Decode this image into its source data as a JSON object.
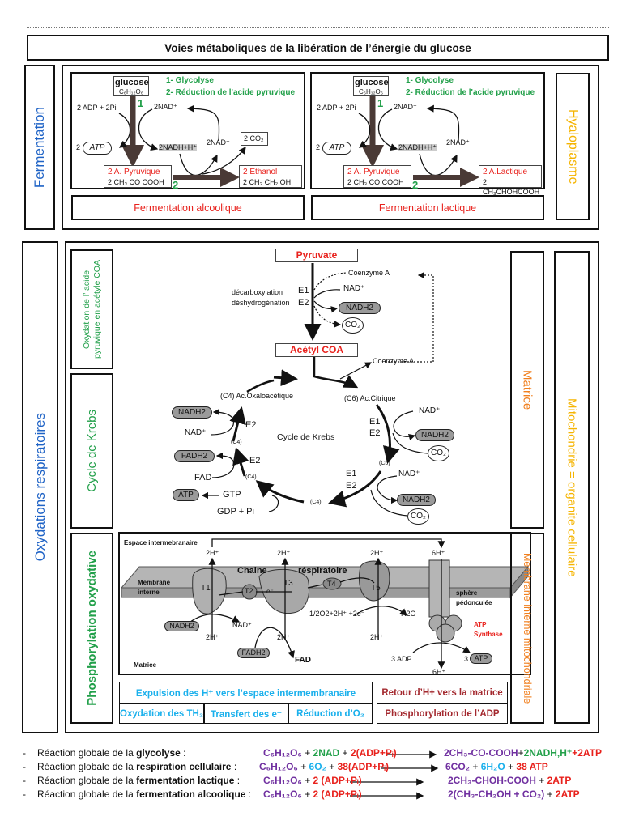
{
  "title": "Voies métaboliques de la libération de l’énergie du glucose",
  "colors": {
    "red": "#e8211c",
    "green": "#22a04a",
    "blue": "#1f63c6",
    "orange": "#f07f1e",
    "yellow": "#f5b400",
    "purple": "#7030a0",
    "cyan": "#1ab0ec",
    "dark_red": "#a3282e"
  },
  "fermentation": {
    "side_label": "Fermentation",
    "location": "Hyaloplasme",
    "panels": [
      {
        "glucose": "glucose",
        "formula": "C₆H₁₂O₆",
        "step1": "1- Glycolyse",
        "step2": "2- Réduction de l'acide pyruvique",
        "num1": "1",
        "num2": "2",
        "adp": "2 ADP + 2Pi",
        "nad_top": "2NAD⁺",
        "atp_count": "2",
        "atp": "ATP",
        "nadh": "2NADH+H⁺",
        "nad_right": "2NAD⁺",
        "co2": "2 CO₂",
        "pyr_label": "2 A. Pyruvique",
        "pyr_formula": "2 CH₃ CO COOH",
        "product_label": "2 Ethanol",
        "product_formula": "2 CH₃ CH₂ OH",
        "caption": "Fermentation alcoolique"
      },
      {
        "glucose": "glucose",
        "formula": "C₆H₁₂O₆",
        "step1": "1- Glycolyse",
        "step2": "2- Réduction de l'acide pyruvique",
        "num1": "1",
        "num2": "2",
        "adp": "2 ADP + 2Pi",
        "nad_top": "2NAD⁺",
        "atp_count": "2",
        "atp": "ATP",
        "nadh": "2NADH+H⁺",
        "nad_right": "2NAD⁺",
        "pyr_label": "2 A. Pyruvique",
        "pyr_formula": "2 CH₃ CO COOH",
        "product_label": "2 A.Lactique",
        "product_formula": "2 CH₃CHOHCOOH",
        "caption": "Fermentation lactique"
      }
    ]
  },
  "oxydation": {
    "side_label": "Oxydations respiratoires",
    "sections": [
      "Oxydation de l’ acide pyruvique en acétyle COA",
      "Cycle de Krebs",
      "Phosphorylation oxydative"
    ],
    "matrice": "Matrice",
    "membrane": "Membrane interne mitochondriale",
    "organelle": "Mitochondrie = organite cellulaire",
    "krebs": {
      "pyruvate": "Pyruvate",
      "coenzyme_a": "Coenzyme A",
      "decarb": "décarboxylation",
      "deshydro": "déshydrogénation",
      "e1": "E1",
      "e2": "E2",
      "nad": "NAD⁺",
      "nadh2": "NADH2",
      "co2": "CO₂",
      "acetyl": "Acétyl COA",
      "coenzyme_a2": "Coenzyme A.",
      "citrique": "(C6) Ac.Citrique",
      "oxalo": "(C4) Ac.Oxaloacétique",
      "cycle": "Cycle de Krebs",
      "c4": "(C4)",
      "c5": "(C5)",
      "fadh2": "FADH2",
      "fad": "FAD",
      "atp": "ATP",
      "gtp": "GTP",
      "gdp": "GDP + Pi"
    },
    "phospho": {
      "espace": "Espace intermebranaire",
      "h2": "2H⁺",
      "h6": "6H⁺",
      "chaine": "Chaine",
      "respiratoire": "réspiratoire",
      "membrane1": "Membrane",
      "membrane2": "interne",
      "t1": "T1",
      "t2": "T2",
      "t3": "T3",
      "t4": "T4",
      "t5": "T5",
      "e": "e⁻",
      "sphere1": "sphère",
      "sphere2": "pédonculée",
      "o2": "1/2O2+2H⁺ +2e⁻",
      "h2o": "H2O",
      "nadh2": "NADH2",
      "nad": "NAD⁺",
      "fadh2": "FADH2",
      "fad": "FAD",
      "atp_synthase1": "ATP",
      "atp_synthase2": "Synthase",
      "matrice": "Matrice",
      "adp": "3  ADP",
      "atp_count": "3",
      "atp": "ATP"
    },
    "table": {
      "expulsion": "Expulsion des H⁺ vers l’espace intermembranaire",
      "oxydation": "Oxydation des TH₂",
      "transfert": "Transfert des e⁻",
      "reduction": "Réduction d’O₂",
      "retour": "Retour d’H+ vers la matrice",
      "phosphorylation": "Phosphorylation de l’ADP"
    }
  },
  "equations": [
    {
      "dash": "-",
      "pre": "Réaction globale de la ",
      "bold": "glycolyse",
      "post": " :",
      "left": [
        {
          "t": "C₆H₁₂O₆",
          "c": "p"
        },
        {
          "t": " + ",
          "c": "k"
        },
        {
          "t": "2NAD",
          "c": "g"
        },
        {
          "t": " + ",
          "c": "k"
        },
        {
          "t": "2(ADP+Pᵢ)",
          "c": "r"
        }
      ],
      "right": [
        {
          "t": "2CH₃-CO-COOH",
          "c": "p"
        },
        {
          "t": "+",
          "c": "k"
        },
        {
          "t": "2NADH,H⁺",
          "c": "g"
        },
        {
          "t": "+2ATP",
          "c": "r"
        }
      ]
    },
    {
      "dash": "-",
      "pre": "Réaction globale de la ",
      "bold": "respiration cellulaire",
      "post": " :",
      "left": [
        {
          "t": "C₆H₁₂O₆",
          "c": "p"
        },
        {
          "t": " + ",
          "c": "k"
        },
        {
          "t": "6O₂",
          "c": "c"
        },
        {
          "t": " + ",
          "c": "k"
        },
        {
          "t": "38(ADP+Pᵢ)",
          "c": "r"
        }
      ],
      "right": [
        {
          "t": "6CO₂",
          "c": "p"
        },
        {
          "t": " + ",
          "c": "k"
        },
        {
          "t": "6H₂O",
          "c": "c"
        },
        {
          "t": " + ",
          "c": "k"
        },
        {
          "t": "38 ATP",
          "c": "r"
        }
      ]
    },
    {
      "dash": "-",
      "pre": "Réaction globale de la ",
      "bold": "fermentation lactique",
      "post": " :",
      "left": [
        {
          "t": "C₆H₁₂O₆",
          "c": "p"
        },
        {
          "t": " + ",
          "c": "k"
        },
        {
          "t": "2 (ADP+Pᵢ)",
          "c": "r"
        }
      ],
      "right": [
        {
          "t": "2CH₃-CHOH-COOH",
          "c": "p"
        },
        {
          "t": " + ",
          "c": "k"
        },
        {
          "t": "2ATP",
          "c": "r"
        }
      ]
    },
    {
      "dash": "-",
      "pre": "Réaction globale de la ",
      "bold": "fermentation alcoolique",
      "post": " :",
      "left": [
        {
          "t": "C₆H₁₂O₆",
          "c": "p"
        },
        {
          "t": " + ",
          "c": "k"
        },
        {
          "t": "2 (ADP+Pᵢ)",
          "c": "r"
        }
      ],
      "right": [
        {
          "t": "2(CH₃-CH₂OH + CO₂)",
          "c": "p"
        },
        {
          "t": " + ",
          "c": "k"
        },
        {
          "t": "2ATP",
          "c": "r"
        }
      ]
    }
  ]
}
